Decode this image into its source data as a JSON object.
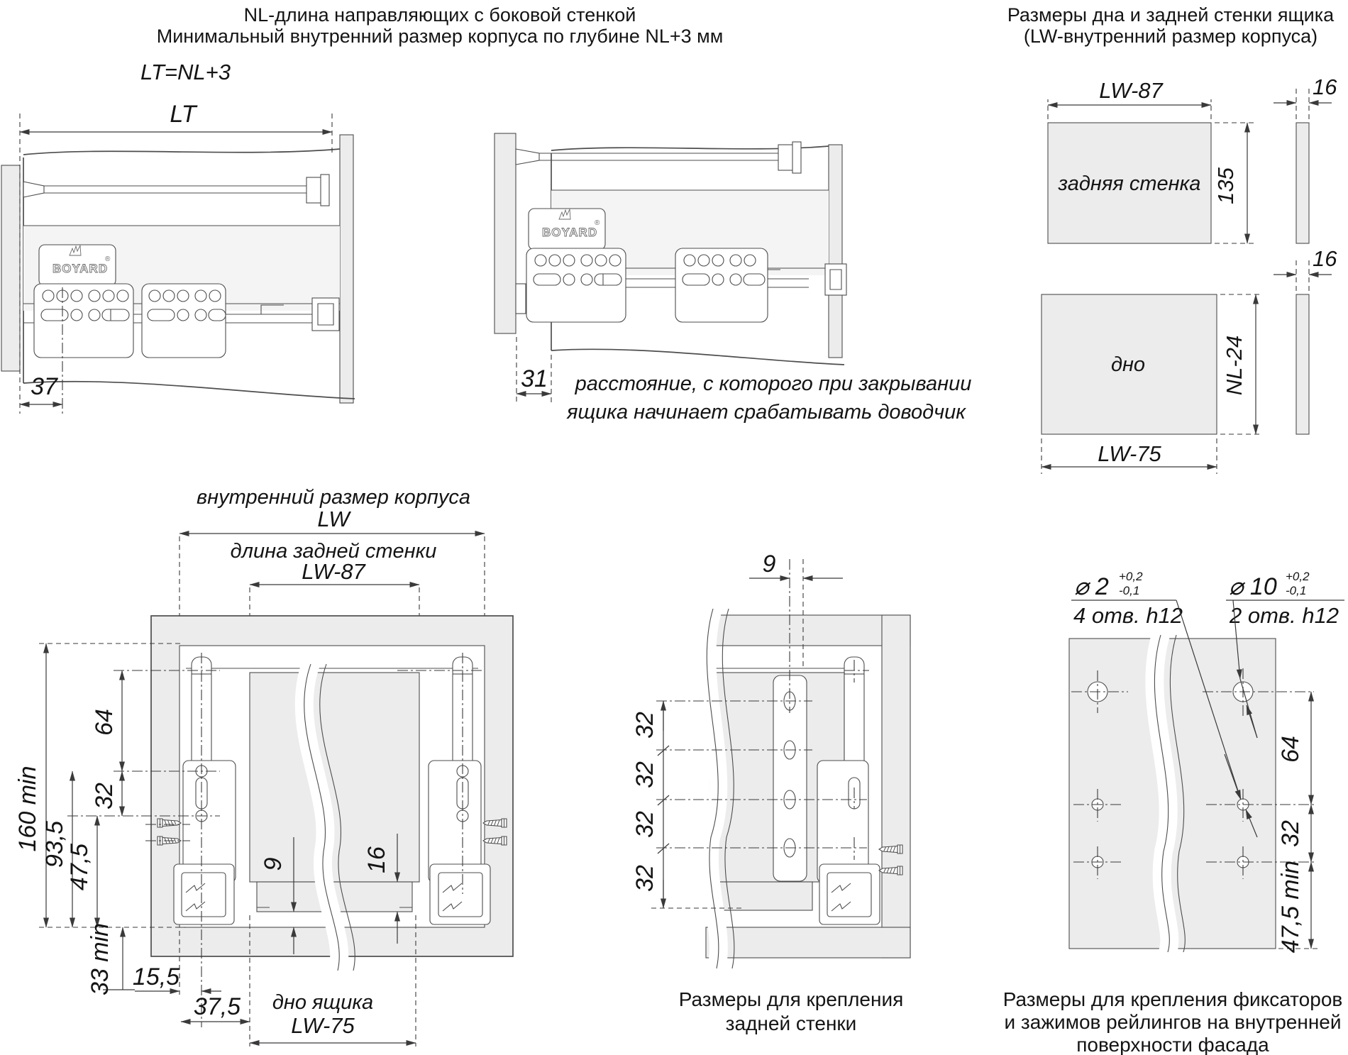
{
  "colors": {
    "line": "#4d4d4d",
    "dim_line": "#3a3a3a",
    "panel_fill": "#ececec",
    "drawer_fill": "#f4f4f4",
    "text": "#141414"
  },
  "titles": {
    "top_left_line1": "NL-длина направляющих с боковой стенкой",
    "top_left_line2": "Минимальный внутренний размер корпуса по глубине NL+3 мм",
    "top_right_line1": "Размеры дна и задней стенки ящика",
    "top_right_line2": "(LW-внутренний размер корпуса)"
  },
  "side_view": {
    "formula": "LT=NL+3",
    "dim_depth": "LT",
    "dim_front_offset": "37",
    "brand": "BOYARD",
    "reg": "®"
  },
  "closing_view": {
    "dim_gap": "31",
    "caption_line1": "расстояние, с которого при закрывании",
    "caption_line2": "ящика начинает срабатывать доводчик",
    "brand": "BOYARD",
    "reg": "®"
  },
  "back_panel": {
    "label": "задняя стенка",
    "dim_width": "LW-87",
    "dim_height": "135",
    "dim_thickness": "16"
  },
  "bottom_panel": {
    "label": "дно",
    "dim_width": "LW-75",
    "dim_height": "NL-24",
    "dim_thickness": "16"
  },
  "front_view": {
    "label_case_line1": "внутренний размер корпуса",
    "label_case_line2": "LW",
    "label_back_line1": "длина задней стенки",
    "label_back_line2": "LW-87",
    "dim_height_min": "160 min",
    "dim_93_5": "93,5",
    "dim_47_5": "47,5",
    "dim_64": "64",
    "dim_32": "32",
    "dim_33_min": "33 min",
    "dim_15_5": "15,5",
    "dim_37_5": "37,5",
    "dim_gap_9": "9",
    "dim_16": "16",
    "label_bottom_line1": "дно ящика",
    "label_bottom_line2": "LW-75"
  },
  "rear_mount_view": {
    "dim_9": "9",
    "dim_32": "32",
    "caption_line1": "Размеры для крепления",
    "caption_line2": "задней стенки"
  },
  "facade_view": {
    "callout_small": "⌀ 2",
    "callout_small_tol_plus": "+0,2",
    "callout_small_tol_minus": "-0,1",
    "callout_small_qty": "4 отв. h12",
    "callout_big": "⌀ 10",
    "callout_big_tol_plus": "+0,2",
    "callout_big_tol_minus": "-0,1",
    "callout_big_qty": "2 отв. h12",
    "dim_64": "64",
    "dim_32": "32",
    "dim_47_5_min": "47,5 min",
    "caption_line1": "Размеры для крепления фиксаторов",
    "caption_line2": "и зажимов рейлингов на внутренней",
    "caption_line3": "поверхности фасада"
  }
}
